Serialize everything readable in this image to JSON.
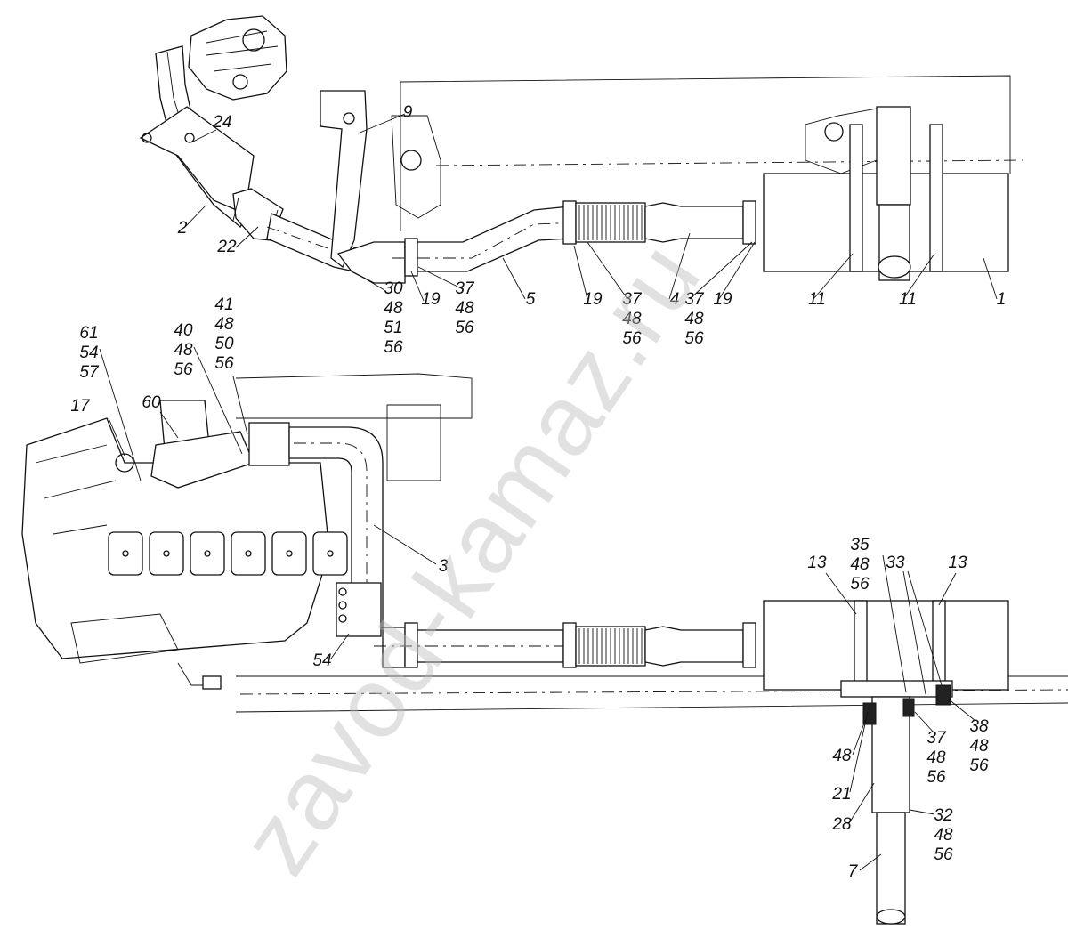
{
  "watermark": "zavod-kamaz.ru",
  "callouts": [
    {
      "id": "c24",
      "lines": [
        "24"
      ]
    },
    {
      "id": "c2",
      "lines": [
        "2"
      ]
    },
    {
      "id": "c22",
      "lines": [
        "22"
      ]
    },
    {
      "id": "c9",
      "lines": [
        "9"
      ]
    },
    {
      "id": "c30",
      "lines": [
        "30",
        "48",
        "51",
        "56"
      ]
    },
    {
      "id": "c19a",
      "lines": [
        "19"
      ]
    },
    {
      "id": "c37a",
      "lines": [
        "37",
        "48",
        "56"
      ]
    },
    {
      "id": "c5",
      "lines": [
        "5"
      ]
    },
    {
      "id": "c19b",
      "lines": [
        "19"
      ]
    },
    {
      "id": "c37b",
      "lines": [
        "37",
        "48",
        "56"
      ]
    },
    {
      "id": "c4",
      "lines": [
        "4"
      ]
    },
    {
      "id": "c37c",
      "lines": [
        "37",
        "48",
        "56"
      ]
    },
    {
      "id": "c19c",
      "lines": [
        "19"
      ]
    },
    {
      "id": "c11a",
      "lines": [
        "11"
      ]
    },
    {
      "id": "c11b",
      "lines": [
        "11"
      ]
    },
    {
      "id": "c1",
      "lines": [
        "1"
      ]
    },
    {
      "id": "c41",
      "lines": [
        "41",
        "48",
        "50",
        "56"
      ]
    },
    {
      "id": "c61",
      "lines": [
        "61",
        "54",
        "57"
      ]
    },
    {
      "id": "c40",
      "lines": [
        "40",
        "48",
        "56"
      ]
    },
    {
      "id": "c17",
      "lines": [
        "17"
      ]
    },
    {
      "id": "c60",
      "lines": [
        "60"
      ]
    },
    {
      "id": "c3",
      "lines": [
        "3"
      ]
    },
    {
      "id": "c54",
      "lines": [
        "54"
      ]
    },
    {
      "id": "c13a",
      "lines": [
        "13"
      ]
    },
    {
      "id": "c35",
      "lines": [
        "35",
        "48",
        "56"
      ]
    },
    {
      "id": "c33",
      "lines": [
        "33"
      ]
    },
    {
      "id": "c13b",
      "lines": [
        "13"
      ]
    },
    {
      "id": "c38",
      "lines": [
        "38",
        "48",
        "56"
      ]
    },
    {
      "id": "c48",
      "lines": [
        "48"
      ]
    },
    {
      "id": "c37d",
      "lines": [
        "37",
        "48",
        "56"
      ]
    },
    {
      "id": "c21",
      "lines": [
        "21"
      ]
    },
    {
      "id": "c28",
      "lines": [
        "28"
      ]
    },
    {
      "id": "c32",
      "lines": [
        "32",
        "48",
        "56"
      ]
    },
    {
      "id": "c7",
      "lines": [
        "7"
      ]
    }
  ]
}
